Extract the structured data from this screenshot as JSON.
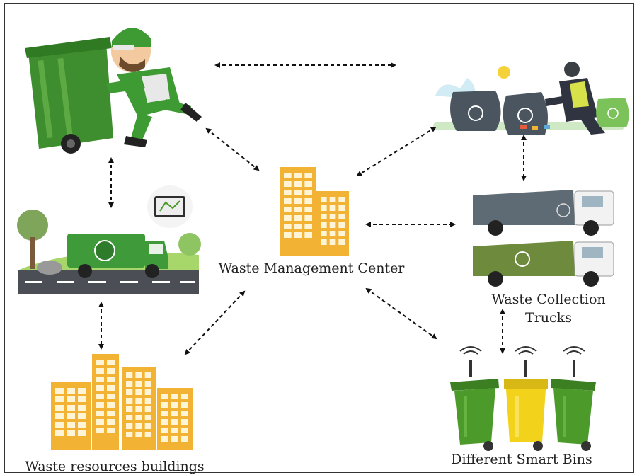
{
  "nodes": {
    "center": {
      "label": "Waste Management Center"
    },
    "trucks": {
      "label_line1": "Waste Collection",
      "label_line2": "Trucks"
    },
    "bins": {
      "label": "Different Smart Bins"
    },
    "buildings": {
      "label": "Waste resources buildings"
    }
  },
  "colors": {
    "building": "#F2B233",
    "building_window": "#FFF4D6",
    "bin_green": "#4C9A2A",
    "bin_yellow": "#F2D21B",
    "truck_gray": "#5E6B74",
    "truck_green": "#6E8B3D",
    "arrow": "#111111"
  }
}
